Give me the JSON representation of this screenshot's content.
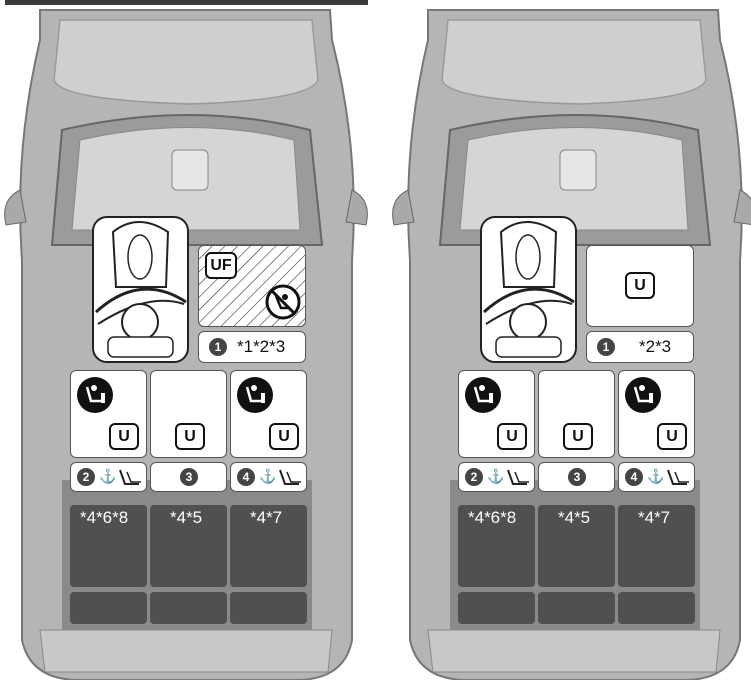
{
  "panels": [
    {
      "front_badge": "UF",
      "front_note_num": "1",
      "front_note": "*1*2*3",
      "rear_badges": [
        "U",
        "U",
        "U"
      ],
      "rear_nums": [
        "2",
        "3",
        "4"
      ],
      "rear_notes": [
        "*4*6*8",
        "*4*5",
        "*4*7"
      ]
    },
    {
      "front_badge": "U",
      "front_note_num": "1",
      "front_note": "*2*3",
      "rear_badges": [
        "U",
        "U",
        "U"
      ],
      "rear_nums": [
        "2",
        "3",
        "4"
      ],
      "rear_notes": [
        "*4*6*8",
        "*4*5",
        "*4*7"
      ]
    }
  ]
}
